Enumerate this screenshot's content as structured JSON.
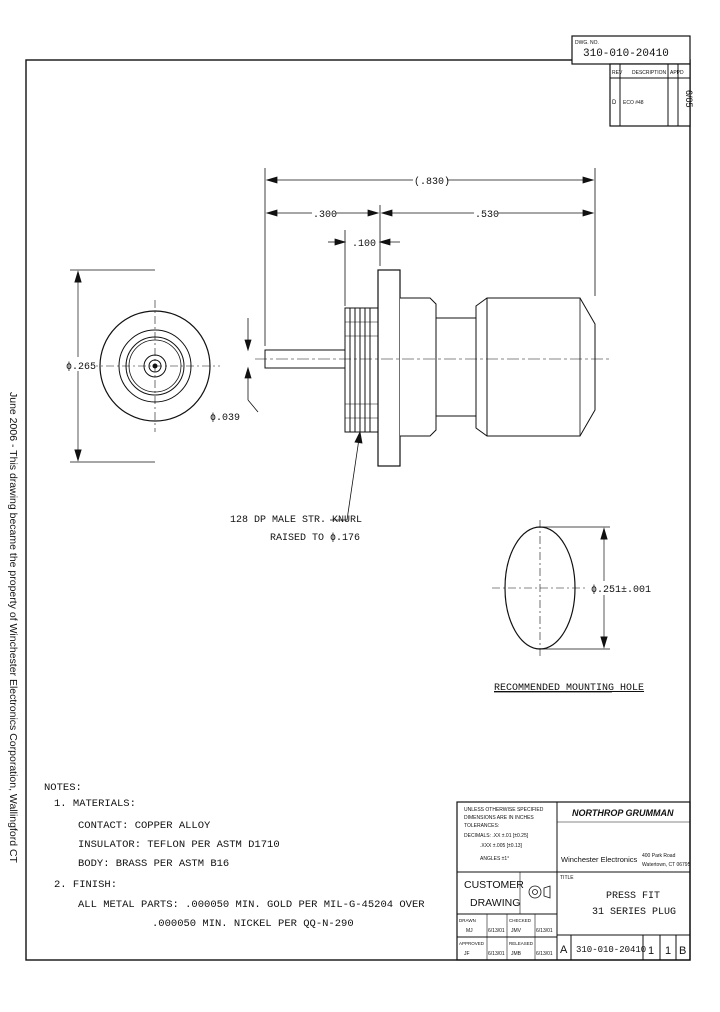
{
  "sidebar_notice": "June 2006 - This drawing became the property of Winchester Electronics Corporation, Wallingford CT",
  "header": {
    "dwg_no_label": "DWG. NO.",
    "dwg_no": "310-010-20410",
    "rev_block": {
      "rev_header": "REV",
      "desc_header": "DESCRIPTION",
      "date_header": "APPD",
      "row_rev": "D",
      "row_desc": "ECO #48",
      "row_date": "6/05"
    }
  },
  "dimensions": {
    "overall_length": "(.830)",
    "left_length": ".300",
    "right_length": ".530",
    "flange_thickness": ".100",
    "face_diameter": "ϕ.265",
    "pin_diameter": "ϕ.039",
    "mounting_hole_dia": "ϕ.251±.001"
  },
  "callouts": {
    "knurl_line1": "128 DP MALE STR. KNURL",
    "knurl_line2": "RAISED TO ϕ.176",
    "mounting_hole_label": "RECOMMENDED MOUNTING HOLE"
  },
  "notes": {
    "title": "NOTES:",
    "item1": "1. MATERIALS:",
    "contact": "CONTACT: COPPER ALLOY",
    "insulator": "INSULATOR: TEFLON PER ASTM D1710",
    "body": "BODY: BRASS PER ASTM B16",
    "item2": "2. FINISH:",
    "finish1": "ALL METAL PARTS: .000050 MIN. GOLD PER MIL-G-45204 OVER",
    "finish2": ".000050 MIN. NICKEL PER QQ-N-290"
  },
  "title_block": {
    "tolerances": [
      "UNLESS OTHERWISE SPECIFIED",
      "DIMENSIONS ARE IN INCHES",
      "TOLERANCES:",
      "DECIMALS: .XX ±.01 [±0.25]",
      ".XXX ±.005 [±0.13]",
      "ANGLES ±1°"
    ],
    "company": "NORTHROP GRUMMAN",
    "division": "Winchester Electronics",
    "address1": "400 Park Road",
    "address2": "Watertown, CT 06795",
    "customer_line1": "CUSTOMER",
    "customer_line2": "DRAWING",
    "title_label": "TITLE",
    "title_line1": "PRESS FIT",
    "title_line2": "31 SERIES PLUG",
    "size": "A",
    "dwg_no": "310-010-20410",
    "sheet": "1",
    "of": "1",
    "rev": "B",
    "drawn_label": "DRAWN",
    "drawn_by": "MJ",
    "drawn_date": "6/13/01",
    "checked_label": "CHECKED",
    "checked_by": "JMV",
    "checked_date": "6/13/01",
    "approved_label": "APPROVED",
    "approved_by": "JF",
    "approved_date": "6/13/01",
    "release_label": "RELEASED",
    "release_by": "JMB",
    "release_date": "6/13/01"
  }
}
